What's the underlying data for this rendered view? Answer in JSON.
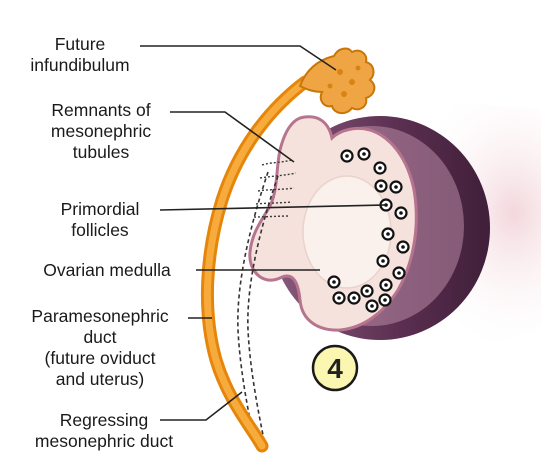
{
  "labels": {
    "future_infundibulum": [
      "Future",
      "infundibulum"
    ],
    "mesonephric_tubules": [
      "Remnants of",
      "mesonephric",
      "tubules"
    ],
    "primordial_follicles": [
      "Primordial",
      "follicles"
    ],
    "ovarian_medulla": [
      "Ovarian medulla"
    ],
    "paramesonephric_duct": [
      "Paramesonephric",
      "duct",
      "(future oviduct",
      "and uterus)"
    ],
    "regressing_duct": [
      "Regressing",
      "mesonephric duct"
    ]
  },
  "stage_number": "4",
  "colors": {
    "duct": "#f39a1f",
    "duct_dark": "#d97e08",
    "fimbria": "#f0a545",
    "ovary_rim": "#6a3b5e",
    "ovary_cortex": "#f3dfda",
    "medulla": "#faf1ec",
    "follicle": "#000000",
    "badge_fill": "#fbf6b0",
    "leader_line": "#222222"
  }
}
